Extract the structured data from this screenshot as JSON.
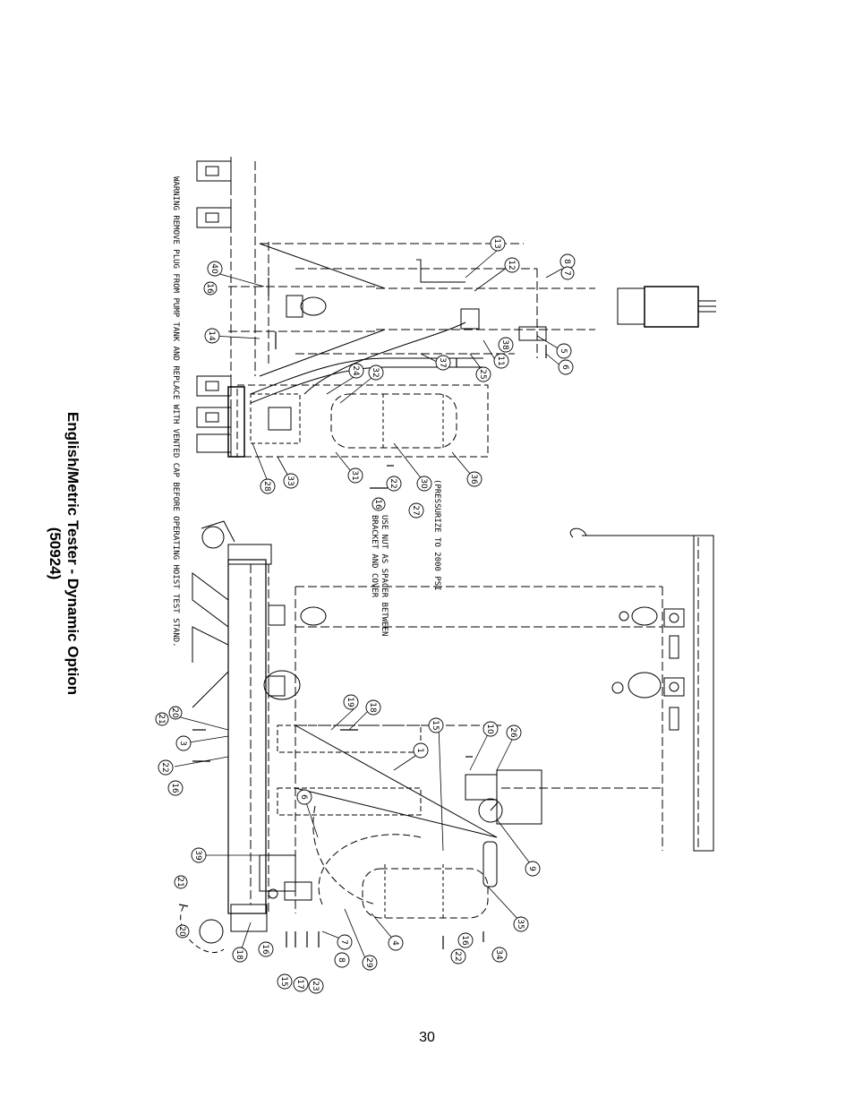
{
  "title": {
    "line1": "English/Metric Tester - Dynamic Option",
    "line2": "(50924)"
  },
  "notes": {
    "warning": "WARNING REMOVE PLUG FROM PUMP TANK AND REPLACE WITH VENTED CAP BEFORE OPERATING HOIST TEST STAND.",
    "pressurize": "(PRESSURIZE TO 2000 PSI",
    "spacer_line1": "USE NUT AS SPACER BETWEEN",
    "spacer_line2": "BRACKET AND COVER"
  },
  "balloons": {
    "b13": "13",
    "b12": "12",
    "b8": "8",
    "b7": "7",
    "b5": "5",
    "b6": "6",
    "b40": "40",
    "b16a": "16",
    "b14": "14",
    "b37": "37",
    "b25": "25",
    "b11": "11",
    "b38": "38",
    "b24": "24",
    "b32": "32",
    "b36": "36",
    "b30": "30",
    "b22a": "22",
    "b27": "27",
    "b16b": "16",
    "b31": "31",
    "b33": "33",
    "b28": "28",
    "b19": "19",
    "b18": "18",
    "b20a": "20",
    "b21a": "21",
    "b3": "3",
    "b22b": "22",
    "b16c": "16",
    "b15a": "15",
    "b10": "10",
    "b26": "26",
    "b1": "1",
    "b6b": "6",
    "b9": "9",
    "b39": "39",
    "b35": "35",
    "b21b": "21",
    "b20b": "20",
    "b18b": "18",
    "b16d": "16",
    "b15b": "15",
    "b17": "17",
    "b23": "23",
    "b7b": "7",
    "b8b": "8",
    "b29": "29",
    "b4": "4",
    "b16e": "16",
    "b22c": "22",
    "b34": "34"
  },
  "page_number": "30"
}
